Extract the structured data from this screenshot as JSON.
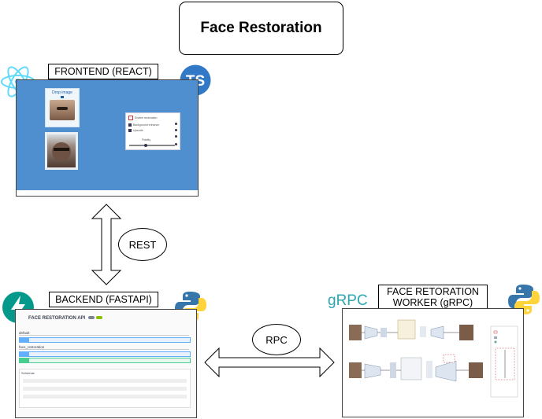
{
  "title": "Face Restoration",
  "frontend": {
    "label": "FRONTEND (REACT)",
    "badge": "TS",
    "drop_label": "Drop image",
    "panel_labels": [
      "Enable restoration",
      "Background enhance",
      "Upscale",
      "Fidelity"
    ]
  },
  "backend": {
    "label": "BACKEND (FASTAPI)",
    "api_title": "FACE RESTORATION API",
    "sections": [
      "default",
      "face_restoration"
    ],
    "schemas_label": "Schemas"
  },
  "worker": {
    "label_line1": "FACE RETORATION",
    "label_line2": "WORKER (gRPC)",
    "grpc_logo": "gRPC"
  },
  "connections": {
    "rest": "REST",
    "rpc": "RPC"
  },
  "colors": {
    "frontend_bg": "#4f8fcf",
    "react": "#61dafb",
    "ts": "#3178c6",
    "fastapi": "#05998b",
    "python_blue": "#3776ab",
    "python_yellow": "#ffd43b",
    "grpc": "#2da6b0"
  }
}
